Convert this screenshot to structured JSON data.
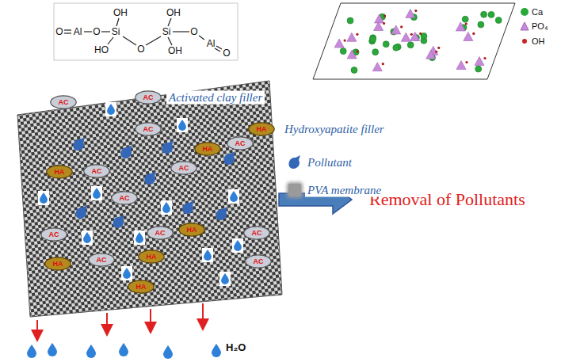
{
  "diagram": {
    "nodes": [
      {
        "text": [
          "AC"
        ]
      },
      {
        "text": [
          "HA"
        ]
      },
      {
        "text": [
          "AC"
        ]
      },
      {
        "text": [
          "AC"
        ]
      },
      {
        "text": [
          "HA"
        ]
      },
      {
        "text": [
          "AC"
        ]
      },
      {
        "text": [
          "HA"
        ]
      },
      {
        "text": [
          "AC"
        ]
      },
      {
        "text": [
          "AC"
        ]
      },
      {
        "text": [
          "AC"
        ]
      },
      {
        "text": [
          "AC"
        ]
      },
      {
        "text": [
          "AC"
        ]
      },
      {
        "text": [
          "HA"
        ]
      },
      {
        "text": [
          "AC"
        ]
      },
      {
        "text": [
          "HA"
        ]
      },
      {
        "text": [
          "AC"
        ]
      },
      {
        "text": [
          "HA"
        ]
      },
      {
        "text": [
          "AC"
        ]
      },
      {
        "text": [
          "HA"
        ]
      }
    ],
    "labels": [
      "O",
      "Al",
      "O",
      "Si",
      "OH",
      "HO",
      "O",
      "Si",
      "OH",
      "OH",
      "O",
      "Al",
      "O",
      "Removal of Pollutants",
      "H₂O"
    ],
    "legend": [
      {
        "text": "Activated clay filler"
      },
      {
        "text": "Hydroxyapatite filler"
      },
      {
        "text": "Pollutant"
      },
      {
        "text": "PVA membrane",
        "color": "#9a9a9a"
      },
      {
        "text": "Ca",
        "color": "#2aa83a"
      },
      {
        "text": "PO₄"
      },
      {
        "text": "OH",
        "color": "#cc2222"
      }
    ]
  }
}
